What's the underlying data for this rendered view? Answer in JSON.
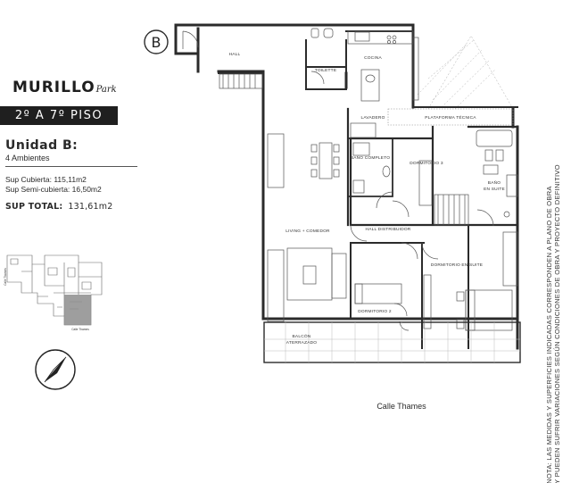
{
  "unit_letter": "B",
  "brand": {
    "name": "MURILLO",
    "script": "Park"
  },
  "floor_banner": "2º A 7º PISO",
  "unit": {
    "title": "Unidad B:",
    "rooms": "4 Ambientes",
    "sup_cubierta": "Sup Cubierta: 115,11m2",
    "sup_semicubierta": "Sup Semi-cubierta: 16,50m2",
    "total_label": "SUP TOTAL:",
    "total_value": "131,61m2"
  },
  "rooms": {
    "hall": "HALL",
    "toilette": "TOILETTE",
    "cocina": "COCINA",
    "lavadero": "LAVADERO",
    "plataforma": "PLATAFORMA TÉCNICA",
    "bano_completo": "BAÑO COMPLETO",
    "dormitorio3": "DORMITORIO 3",
    "bano_suite_1": "BAÑO",
    "bano_suite_2": "EN SUITE",
    "hall_distribuidor": "HALL DISTRIBUIDOR",
    "living": "LIVING + COMEDOR",
    "dormitorio_suite": "DORMITORIO EN SUITE",
    "dormitorio2": "DORMITORIO 2",
    "balcon_1": "BALCÓN",
    "balcon_2": "ATERRAZADO"
  },
  "key_plan": {
    "street_side": "Calle Thames",
    "street_right": "Calle Thames"
  },
  "street_bottom": "Calle Thames",
  "note_line1": "NOTA: LAS MEDIDAS Y SUPERFICIES INDICADAS CORRESPONDEN A PLANO DE OBRA",
  "note_line2": "Y PUEDEN SUFRIR VARIACIONES SEGÚN CONDICIONES DE OBRA Y PROYECTO DEFINITIVO",
  "colors": {
    "wall": "#2b2b2b",
    "ink": "#444444",
    "banner": "#1f1f1f",
    "key_highlight": "#8d8d8d"
  }
}
